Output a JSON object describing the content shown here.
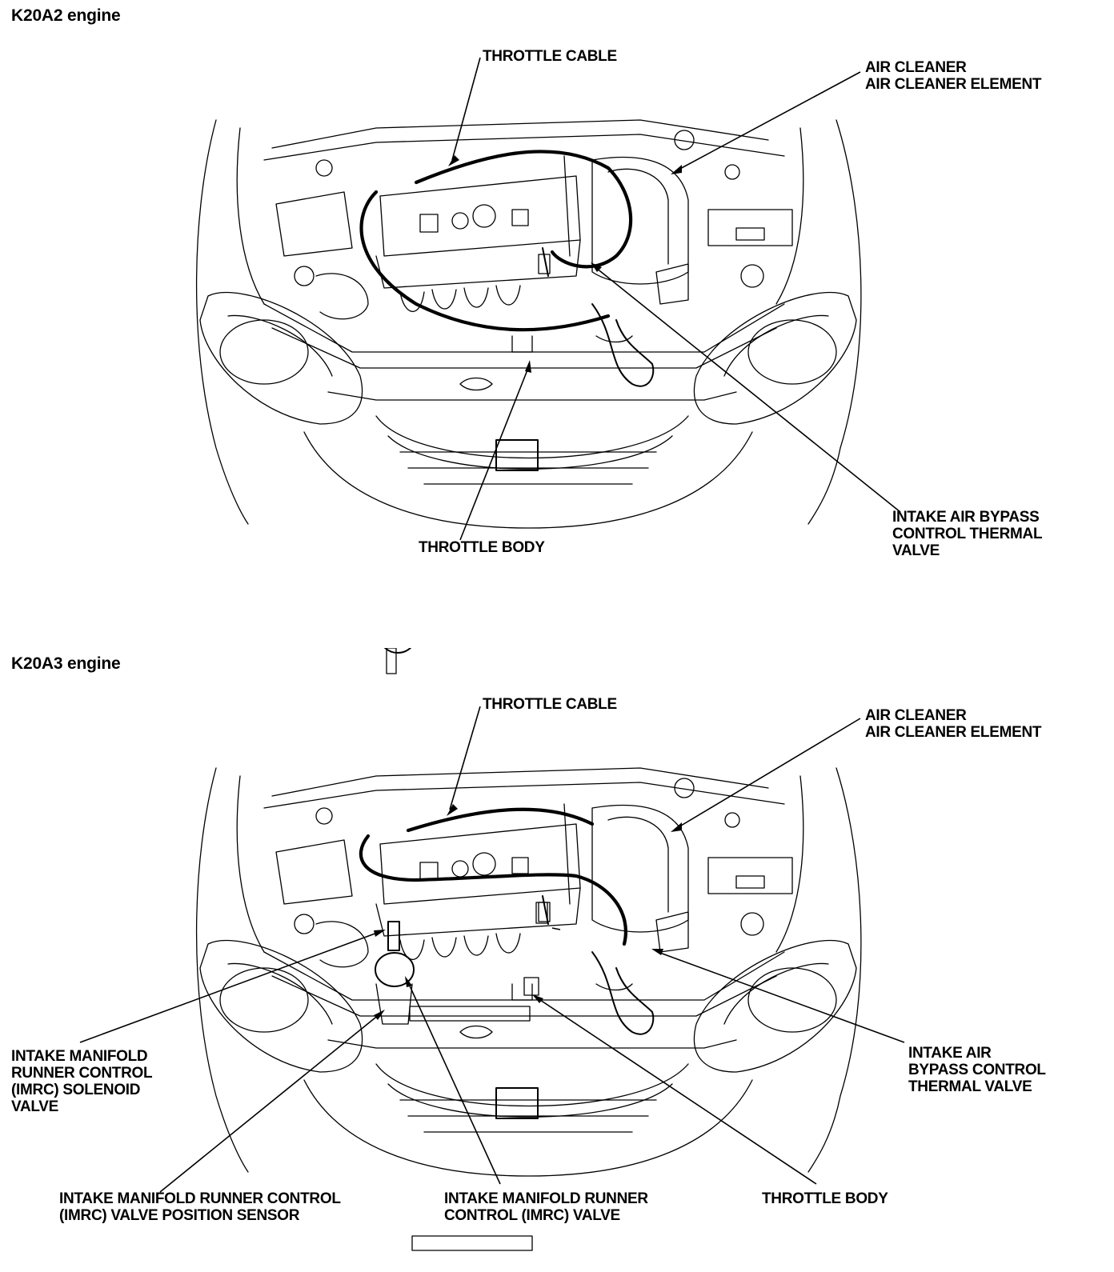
{
  "diagrams": [
    {
      "title": "K20A2 engine",
      "labels": {
        "throttle_cable": "THROTTLE CABLE",
        "air_cleaner": [
          "AIR CLEANER",
          "AIR CLEANER ELEMENT"
        ],
        "throttle_body": "THROTTLE BODY",
        "bypass_valve": [
          "INTAKE AIR BYPASS",
          "CONTROL THERMAL",
          "VALVE"
        ]
      }
    },
    {
      "title": "K20A3 engine",
      "labels": {
        "throttle_cable": "THROTTLE CABLE",
        "air_cleaner": [
          "AIR CLEANER",
          "AIR CLEANER ELEMENT"
        ],
        "bypass_valve": [
          "INTAKE AIR",
          "BYPASS CONTROL",
          "THERMAL VALVE"
        ],
        "imrc_solenoid": [
          "INTAKE MANIFOLD",
          "RUNNER CONTROL",
          "(IMRC) SOLENOID",
          "VALVE"
        ],
        "imrc_sensor": [
          "INTAKE MANIFOLD RUNNER CONTROL",
          "(IMRC) VALVE POSITION SENSOR"
        ],
        "imrc_valve": [
          "INTAKE MANIFOLD RUNNER",
          "CONTROL (IMRC) VALVE"
        ],
        "throttle_body": "THROTTLE BODY"
      }
    }
  ]
}
